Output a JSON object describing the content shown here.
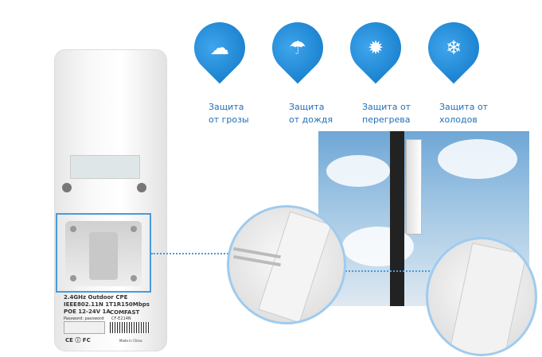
{
  "features": [
    {
      "icon": "thunderstorm-icon",
      "line1": "Защита",
      "line2": "от грозы"
    },
    {
      "icon": "rain-icon",
      "line1": "Защита",
      "line2": "от дождя"
    },
    {
      "icon": "sun-heat-icon",
      "line1": "Защита от",
      "line2": "перегрева"
    },
    {
      "icon": "snow-cold-icon",
      "line1": "Защита от",
      "line2": "холодов"
    }
  ],
  "device_label": {
    "line1": "2.4GHz Outdoor CPE",
    "line2": "IEEE802.11N 1T1R150Mbps",
    "line3": "POE 12-24V 1A",
    "password": "Password: password",
    "brand": "COMFAST",
    "model": "CF-E214N",
    "origin": "Made in China",
    "certs": "CE ⓘ FC"
  },
  "colors": {
    "accent": "#1a86d6",
    "caption": "#2370b8"
  }
}
